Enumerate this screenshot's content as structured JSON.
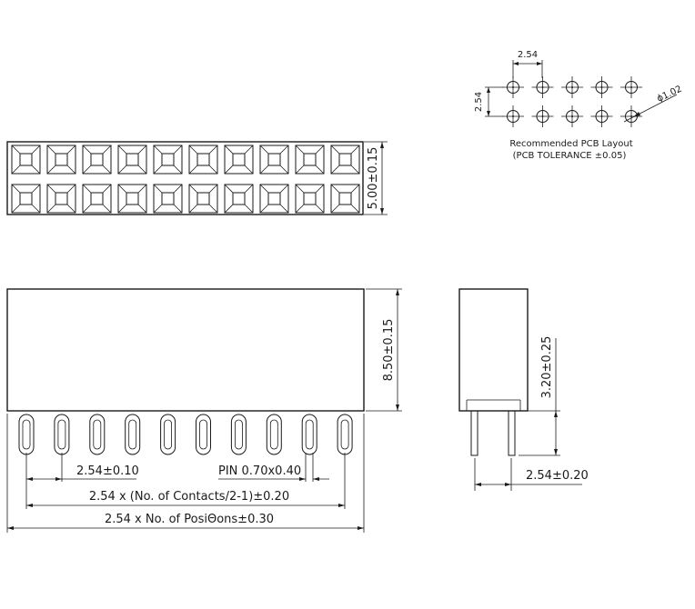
{
  "pcb_layout": {
    "pitch_label": "2.54",
    "row_pitch_label": "2.54",
    "hole_label": "ϕ1.02",
    "caption_line1": "Recommended PCB Layout",
    "caption_line2": "(PCB TOLERANCE ±0.05)",
    "columns": 5,
    "rows": 2
  },
  "top_view": {
    "width_label": "5.00±0.15",
    "positions": 10,
    "rows": 2
  },
  "front_view": {
    "height_label": "8.50±0.15",
    "pitch_label": "2.54±0.10",
    "pin_label": "PIN 0.70x0.40",
    "contacts_label": "2.54 x (No. of Contacts/2-1)±0.20",
    "positions_label": "2.54 x No. of PosiΘons±0.30",
    "pins": 10
  },
  "side_view": {
    "pin_length_label": "3.20±0.25",
    "row_spacing_label": "2.54±0.20"
  }
}
